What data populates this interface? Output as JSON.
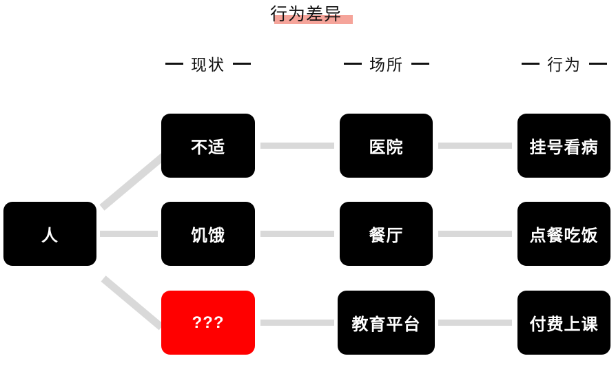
{
  "title": {
    "text": "行为差异",
    "highlight_color": "#f5a49a"
  },
  "columns": [
    {
      "label": "现状",
      "dash": "—"
    },
    {
      "label": "场所",
      "dash": "—"
    },
    {
      "label": "行为",
      "dash": "—"
    }
  ],
  "root": {
    "label": "人",
    "color": "#000000"
  },
  "rows": [
    {
      "state": "不适",
      "place": "医院",
      "behavior": "挂号看病",
      "state_color": "#000000",
      "place_color": "#000000",
      "behavior_color": "#000000"
    },
    {
      "state": "饥饿",
      "place": "餐厅",
      "behavior": "点餐吃饭",
      "state_color": "#000000",
      "place_color": "#000000",
      "behavior_color": "#000000"
    },
    {
      "state": "???",
      "place": "教育平台",
      "behavior": "付费上课",
      "state_color": "#ff0000",
      "place_color": "#000000",
      "behavior_color": "#000000"
    }
  ],
  "connector": {
    "color": "#d9d9d9"
  }
}
